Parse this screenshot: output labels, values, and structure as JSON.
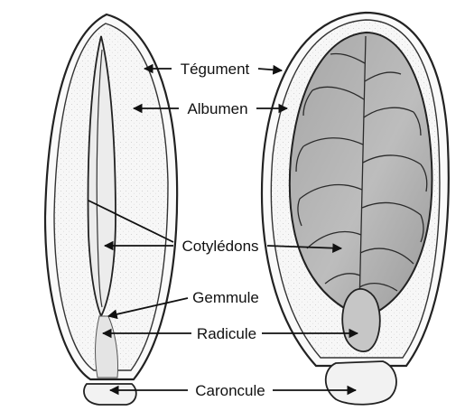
{
  "diagram": {
    "labels": {
      "tegument": "Tégument",
      "albumen": "Albumen",
      "cotyledons": "Cotylédons",
      "gemmule": "Gemmule",
      "radicule": "Radicule",
      "caroncule": "Caroncule"
    }
  }
}
